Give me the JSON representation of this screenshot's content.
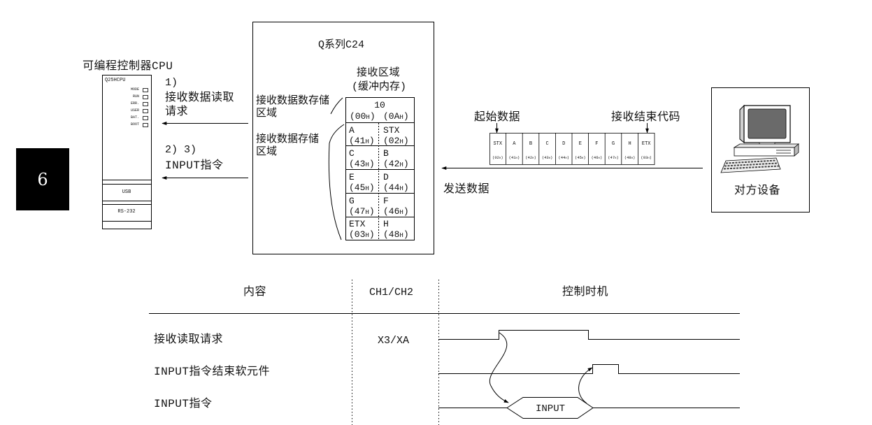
{
  "chapter_tab": "6",
  "plc": {
    "label": "可编程控制器CPU",
    "model": "Q25HCPU",
    "leds": [
      "MODE",
      "RUN",
      "ERR.",
      "USER",
      "BAT.",
      "BOOT"
    ],
    "ports": [
      "USB",
      "RS-232"
    ]
  },
  "plc_requests": {
    "step1_number": "1)",
    "step1_line1": "接收数据读取",
    "step1_line2": "请求",
    "step23_number": "2) 3)",
    "step23_text": "INPUT指令"
  },
  "c24": {
    "title": "Q系列C24",
    "area_title": "接收区域",
    "area_subtitle": "(缓冲内存)",
    "count_area": [
      "接收数据数存储",
      "区域"
    ],
    "data_area": [
      "接收数据存储",
      "区域"
    ],
    "count_row": {
      "value": "10",
      "low": "(00H)",
      "high": "(0AH)"
    },
    "data_rows": [
      {
        "left_char": "A",
        "left_code": "(41H)",
        "right_char": "STX",
        "right_code": "(02H)"
      },
      {
        "left_char": "C",
        "left_code": "(43H)",
        "right_char": "B",
        "right_code": "(42H)"
      },
      {
        "left_char": "E",
        "left_code": "(45H)",
        "right_char": "D",
        "right_code": "(44H)"
      },
      {
        "left_char": "G",
        "left_code": "(47H)",
        "right_char": "F",
        "right_code": "(46H)"
      },
      {
        "left_char": "ETX",
        "left_code": "(03H)",
        "right_char": "H",
        "right_code": "(48H)"
      }
    ]
  },
  "transmission": {
    "start_label": "起始数据",
    "end_label": "接收结束代码",
    "send_label": "发送数据",
    "frame": [
      {
        "char": "STX",
        "code": "(02H)"
      },
      {
        "char": "A",
        "code": "(41H)"
      },
      {
        "char": "B",
        "code": "(42H)"
      },
      {
        "char": "C",
        "code": "(43H)"
      },
      {
        "char": "D",
        "code": "(44H)"
      },
      {
        "char": "E",
        "code": "(45H)"
      },
      {
        "char": "F",
        "code": "(46H)"
      },
      {
        "char": "G",
        "code": "(47H)"
      },
      {
        "char": "H",
        "code": "(48H)"
      },
      {
        "char": "ETX",
        "code": "(03H)"
      }
    ]
  },
  "device": {
    "label": "对方设备",
    "icon": "computer-icon"
  },
  "timing": {
    "headers": {
      "content": "内容",
      "channel": "CH1/CH2",
      "timing": "控制时机"
    },
    "rows": [
      {
        "label": "接收读取请求",
        "channel": "X3/XA"
      },
      {
        "label": "INPUT指令结束软元件"
      },
      {
        "label": "INPUT指令"
      }
    ],
    "input_box_label": "INPUT"
  }
}
